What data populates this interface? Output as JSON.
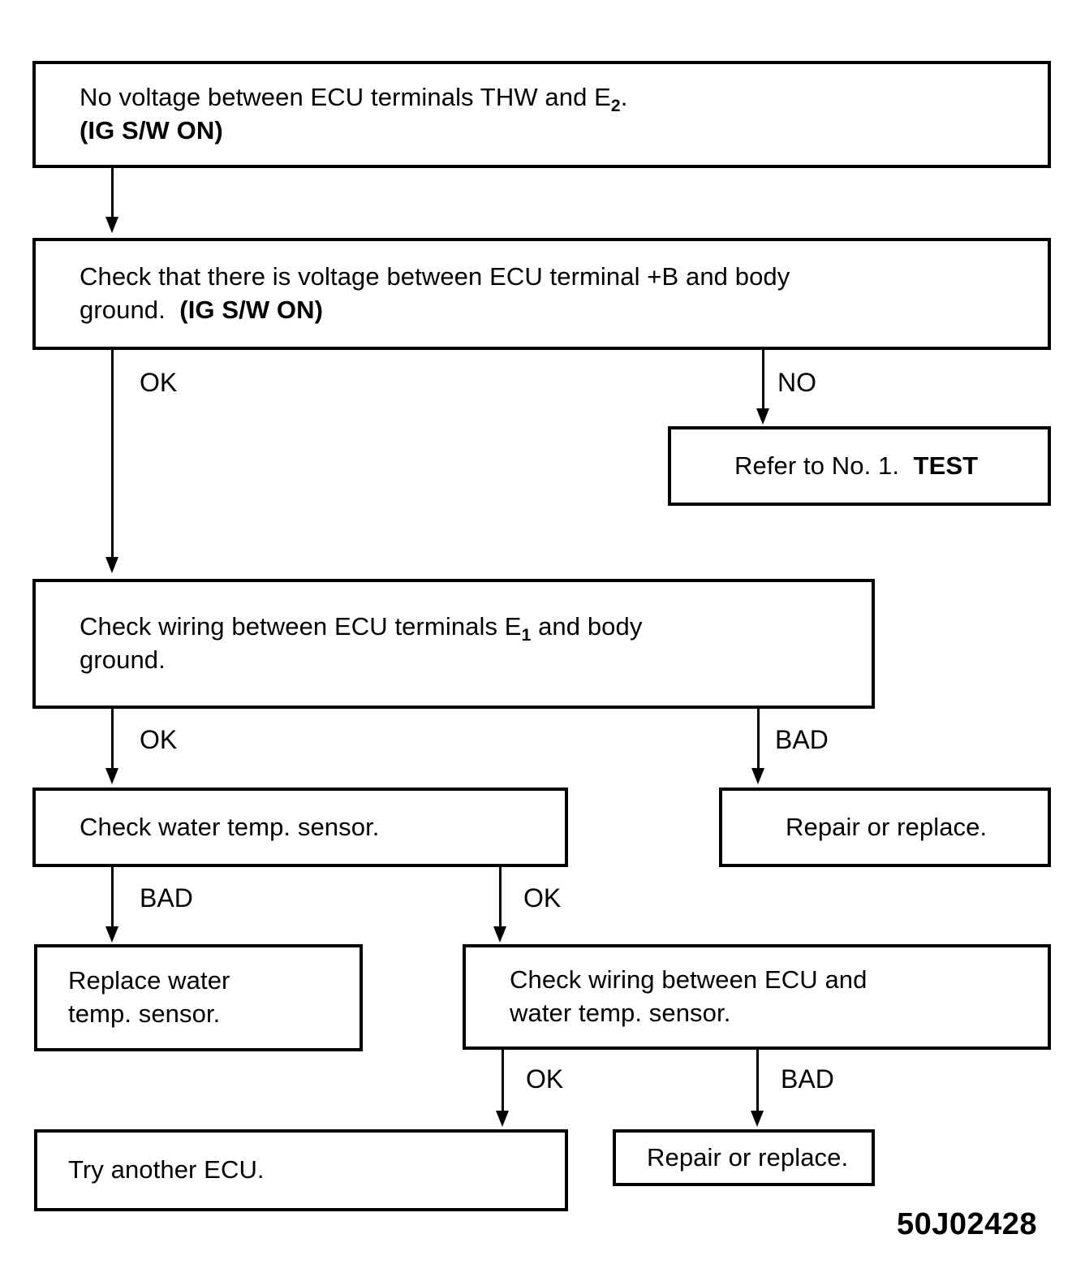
{
  "figure": {
    "code": "50J02428",
    "type": "troubleshooting-flowchart"
  },
  "nodes": {
    "start": {
      "line1_a": "No voltage between ECU terminals THW and E",
      "line1_sub": "2",
      "line1_b": ".",
      "line2": "(IG S/W ON)"
    },
    "check_plus_b": {
      "line1": "Check that there is voltage between ECU terminal +B and body",
      "line2_a": "ground.",
      "line2_b": "(IG S/W ON)"
    },
    "refer_test": {
      "text_a": "Refer to No. 1.",
      "text_b": "TEST"
    },
    "check_e1_wiring": {
      "line1_a": "Check wiring between ECU terminals E",
      "line1_sub": "1",
      "line1_b": " and body",
      "line2": "ground."
    },
    "repair_replace_1": {
      "text": "Repair or replace."
    },
    "check_sensor": {
      "text": "Check water temp. sensor."
    },
    "replace_sensor": {
      "line1": "Replace water",
      "line2": "temp. sensor."
    },
    "check_sensor_wiring": {
      "line1": "Check wiring between ECU and",
      "line2": "water temp. sensor."
    },
    "try_ecu": {
      "text": "Try another ECU."
    },
    "repair_replace_2": {
      "text": "Repair or replace."
    }
  },
  "edges": {
    "start_to_check_plus_b": {
      "label": ""
    },
    "check_plus_b_ok": {
      "label": "OK"
    },
    "check_plus_b_no": {
      "label": "NO"
    },
    "check_e1_ok": {
      "label": "OK"
    },
    "check_e1_bad": {
      "label": "BAD"
    },
    "check_sensor_bad": {
      "label": "BAD"
    },
    "check_sensor_ok": {
      "label": "OK"
    },
    "check_wiring_ok": {
      "label": "OK"
    },
    "check_wiring_bad": {
      "label": "BAD"
    }
  },
  "colors": {
    "stroke": "#000000",
    "background": "#ffffff"
  }
}
